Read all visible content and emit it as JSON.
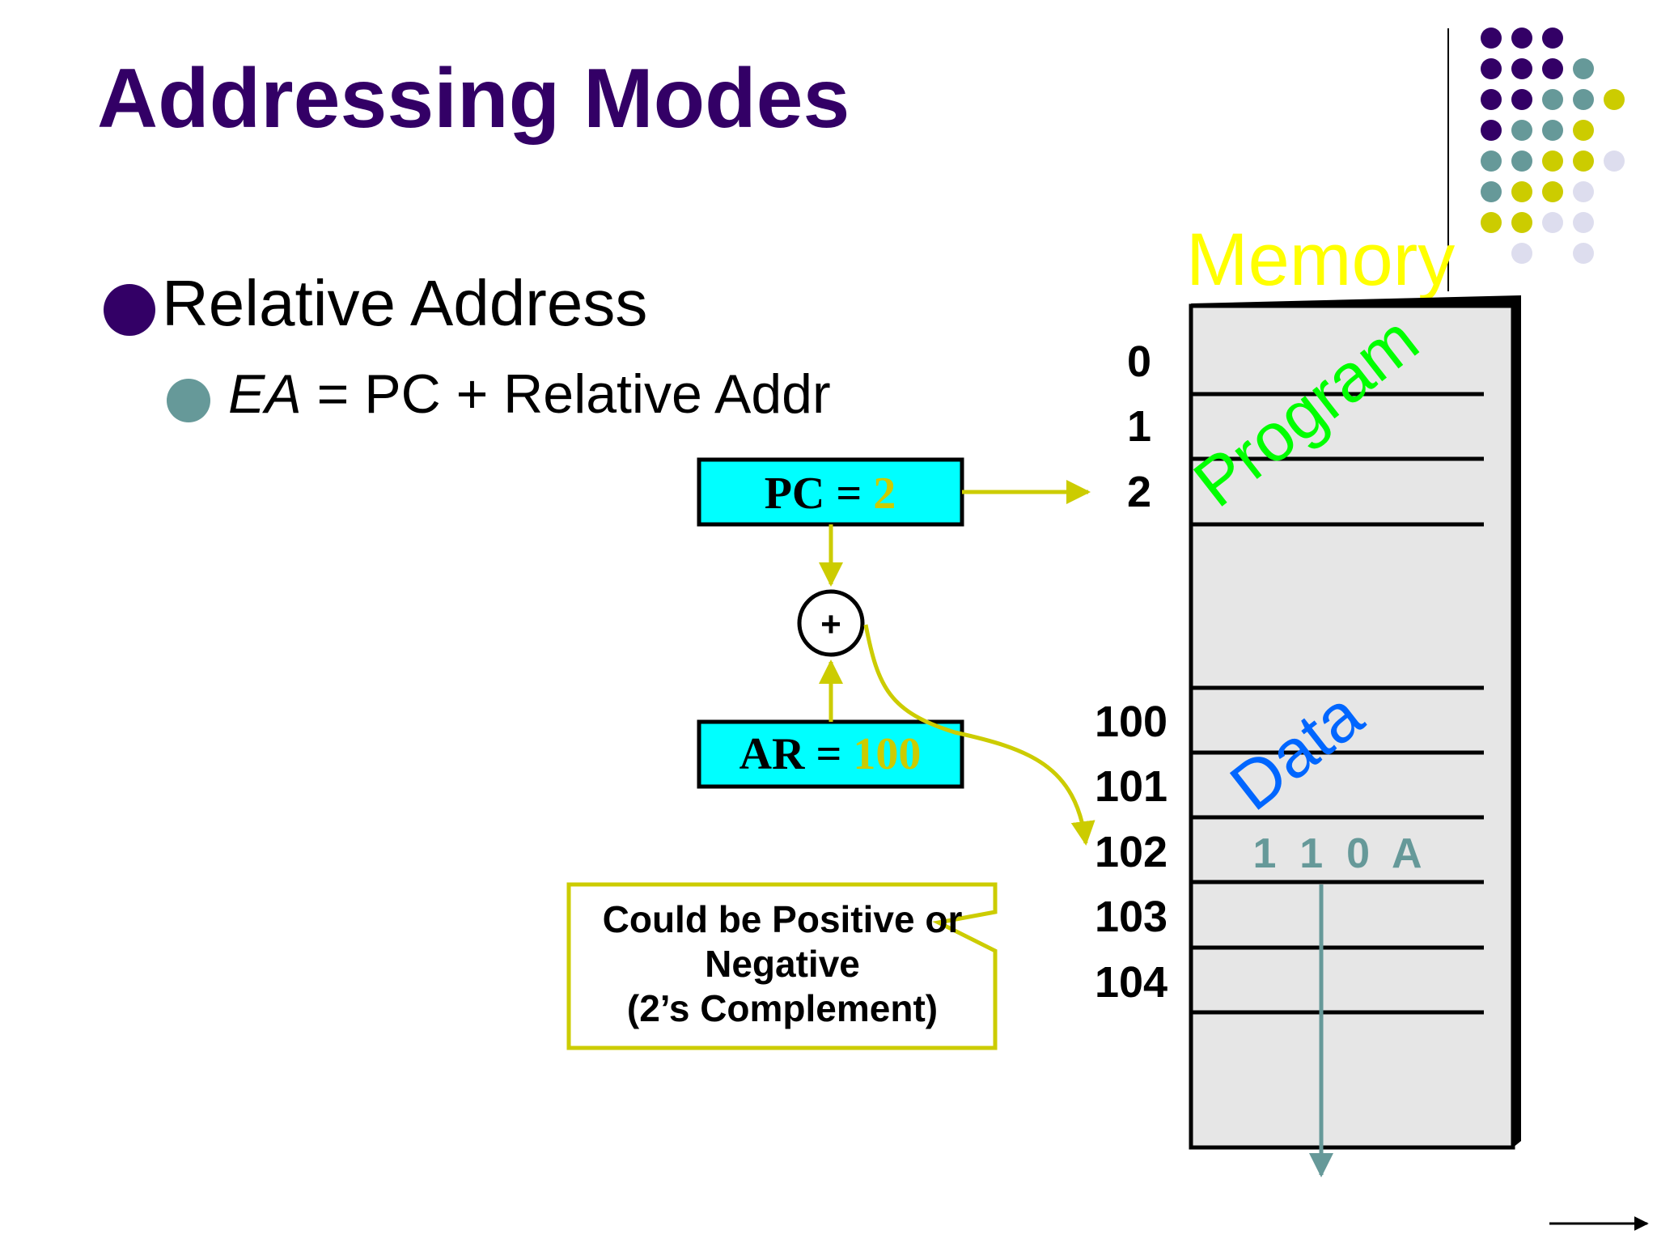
{
  "slide": {
    "title": "Addressing Modes",
    "bullet1": "Relative Address",
    "bullet2": {
      "ea": "EA",
      "rest": " = PC + Relative Addr"
    }
  },
  "registers": {
    "pc": {
      "label": "PC = ",
      "value": "2"
    },
    "ar": {
      "label": "AR = ",
      "value": "100"
    },
    "adder": "+"
  },
  "memory": {
    "title": "Memory",
    "program_label": "Program",
    "data_label": "Data",
    "addresses": [
      "0",
      "1",
      "2",
      "100",
      "101",
      "102",
      "103",
      "104"
    ],
    "cell_102_value": "1  1  0  A"
  },
  "note": {
    "line1": "Could be Positive or",
    "line2": "Negative",
    "line3": "(2’s Complement)"
  },
  "colors": {
    "title": "#330066",
    "bullet_main": "#330066",
    "bullet_sub": "#669999",
    "register_fill": "#00ffff",
    "register_value": "#cccc00",
    "arrows": "#cccc00",
    "memory_title": "#ffff00",
    "program": "#00ff00",
    "data": "#0066ff",
    "cell_value": "#669999",
    "memory_fill": "#e6e6e6"
  },
  "decor": {
    "dot_colors": [
      "#330066",
      "#669999",
      "#cccc00",
      "#ddddee"
    ]
  }
}
